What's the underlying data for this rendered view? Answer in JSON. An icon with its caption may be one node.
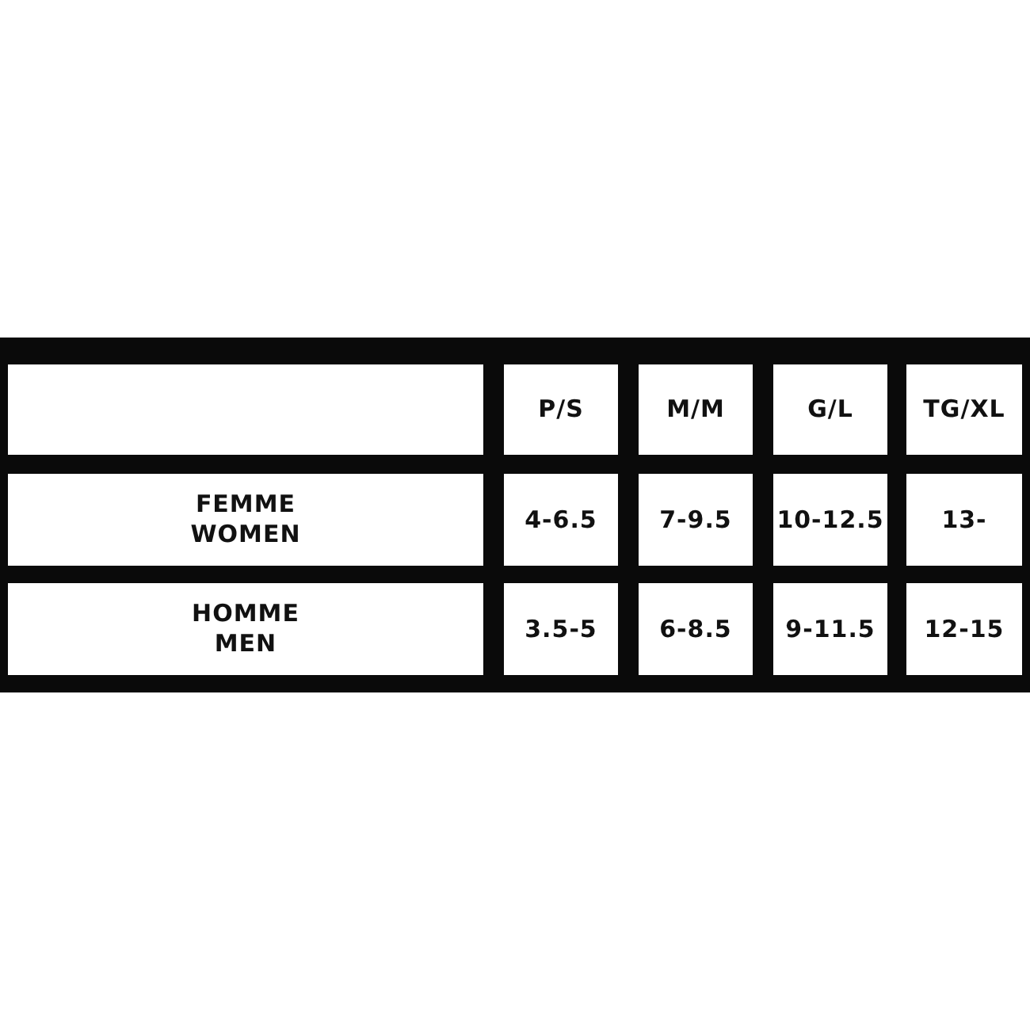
{
  "diagram": {
    "labels": [
      "P/S",
      "M/M",
      "G/L",
      "TG/XL",
      "FEMME WOMEN",
      "4-6.5",
      "7-9.5",
      "10-12.5",
      "13-",
      "HOMME MEN",
      "3.5-5",
      "6-8.5",
      "9-11.5",
      "12-15"
    ]
  }
}
